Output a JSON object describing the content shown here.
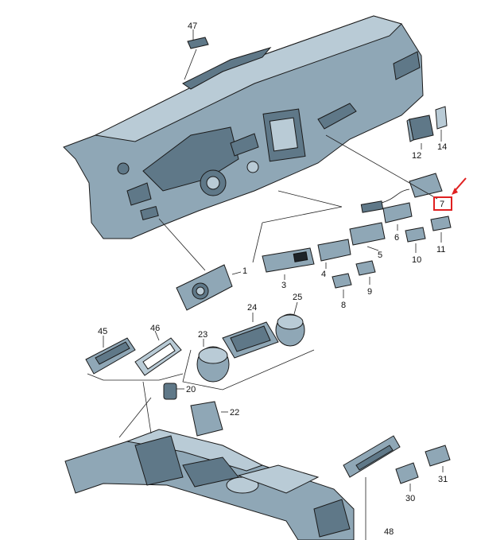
{
  "labels": {
    "p1": "1",
    "p3": "3",
    "p4": "4",
    "p5": "5",
    "p6": "6",
    "p7": "7",
    "p8": "8",
    "p9": "9",
    "p10": "10",
    "p11": "11",
    "p12": "12",
    "p14": "14",
    "p20": "20",
    "p22": "22",
    "p23": "23",
    "p24": "24",
    "p25": "25",
    "p30": "30",
    "p31": "31",
    "p45": "45",
    "p46": "46",
    "p47": "47",
    "p48": "48"
  },
  "colors": {
    "part_fill": "#8fa7b6",
    "highlight_box": "#e02020",
    "arrow": "#e02020"
  }
}
